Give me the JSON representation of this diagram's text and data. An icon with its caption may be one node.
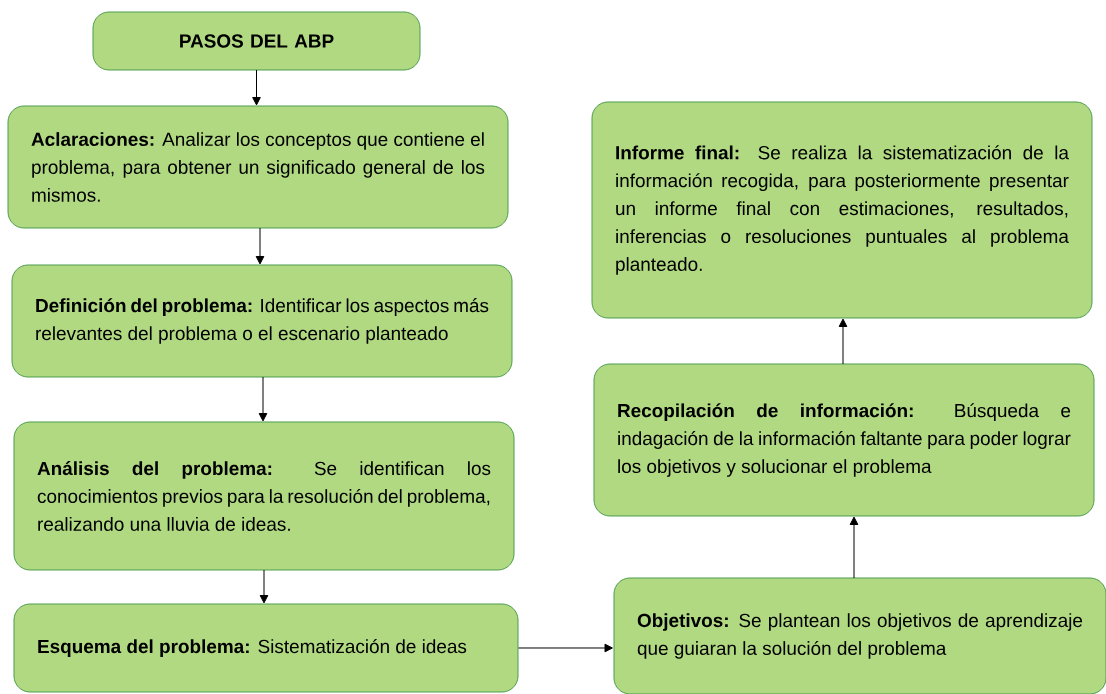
{
  "diagram": {
    "nodes": [
      {
        "text": [
          "PASOS DEL ABP"
        ]
      },
      {
        "text": [
          "**Aclaraciones:** Analizar los conceptos que contiene el problema, para obtener un significado general de los mismos."
        ]
      },
      {
        "text": [
          "**Definición del problema:** Identificar los aspectos más relevantes del problema o el escenario planteado"
        ]
      },
      {
        "text": [
          "**Análisis del problema:** Se identifican los conocimientos previos para la resolución del problema, realizando una lluvia de ideas."
        ]
      },
      {
        "text": [
          "**Esquema del problema:** Sistematización de ideas"
        ]
      },
      {
        "text": [
          "**Objetivos:** Se plantean los objetivos de aprendizaje que guiaran la solución del problema"
        ]
      },
      {
        "text": [
          "**Recopilación de información:** Búsqueda e indagación de la información faltante para poder lograr los objetivos y solucionar el problema"
        ]
      },
      {
        "text": [
          "**Informe final:** Se realiza la sistematización de la información recogida, para posteriormente presentar un informe final con estimaciones, resultados, inferencias o resoluciones puntuales al problema planteado."
        ]
      }
    ],
    "edges": [
      {
        "from": 0,
        "to": 1,
        "arrow": "to"
      },
      {
        "from": 1,
        "to": 2,
        "arrow": "to"
      },
      {
        "from": 2,
        "to": 3,
        "arrow": "to"
      },
      {
        "from": 3,
        "to": 4,
        "arrow": "to"
      },
      {
        "from": 4,
        "to": 5,
        "arrow": "to"
      },
      {
        "from": 5,
        "to": 6,
        "arrow": "to"
      },
      {
        "from": 6,
        "to": 7,
        "arrow": "to"
      }
    ]
  }
}
